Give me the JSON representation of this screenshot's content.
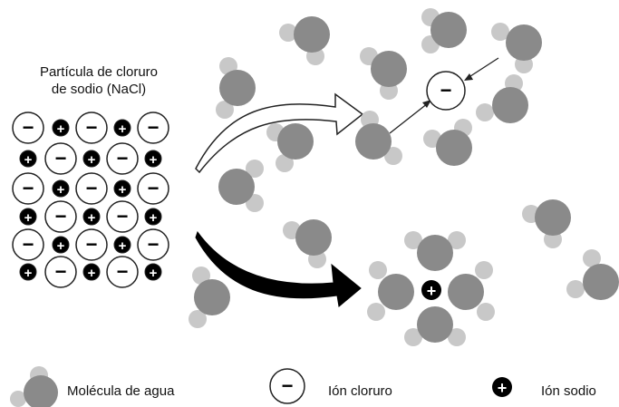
{
  "title_line1": "Partícula de cloruro",
  "title_line2": "de sodio (NaCl)",
  "legend": {
    "water": "Molécula de agua",
    "chloride": "Ión cloruro",
    "sodium": "Ión sodio"
  },
  "symbols": {
    "minus": "−",
    "plus": "+"
  },
  "colors": {
    "water_big": "#8a8a8a",
    "water_small": "#c8c8c8",
    "sodium": "#000000",
    "chloride_fill": "#ffffff",
    "stroke": "#222222"
  },
  "lattice": [
    [
      "-",
      "+",
      "-",
      "+",
      "-"
    ],
    [
      "+",
      "-",
      "+",
      "-",
      "+"
    ],
    [
      "-",
      "+",
      "-",
      "+",
      "-"
    ],
    [
      "+",
      "-",
      "+",
      "-",
      "+"
    ],
    [
      "-",
      "+",
      "-",
      "+",
      "-"
    ],
    [
      "+",
      "-",
      "+",
      "-",
      "+"
    ]
  ]
}
